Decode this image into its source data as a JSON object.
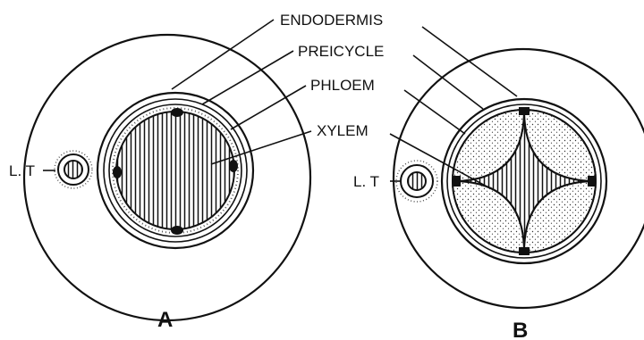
{
  "labels": {
    "endodermis": "ENDODERMIS",
    "pericycle": "PREICYCLE",
    "phloem": "PHLOEM",
    "xylem": "XYLEM",
    "lt_a": "L. T",
    "lt_b": "L. T",
    "fig_a": "A",
    "fig_b": "B"
  },
  "colors": {
    "ink": "#111111",
    "paper": "#ffffff"
  }
}
